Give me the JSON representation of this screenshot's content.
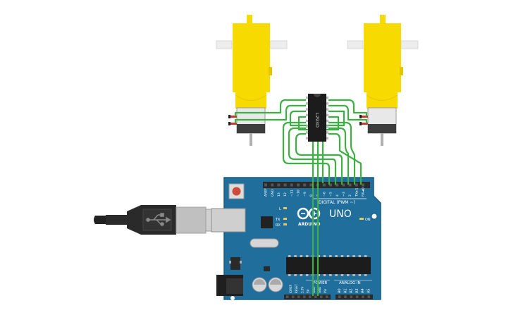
{
  "colors": {
    "motor_yellow": "#f6da00",
    "motor_yellow_dark": "#e2c600",
    "board_blue": "#1f6e9c",
    "board_blue_dark": "#185a82",
    "wire_green": "#3cb043",
    "chip_black": "#1c1c1c",
    "header_black": "#2a2a2a",
    "usb_black": "#222222",
    "usb_gray": "#bcbcbc"
  },
  "driver": {
    "label": "L293D"
  },
  "board": {
    "brand": "UNO",
    "logo_text": "ARDUINO",
    "digital_label": "DIGITAL (PWM ~)",
    "power_label": "POWER",
    "analog_label": "ANALOG IN",
    "on_label": "ON",
    "led_l": "L",
    "led_tx": "TX",
    "led_rx": "RX",
    "top_pins": [
      "AREF",
      "GND",
      "13",
      "12",
      "~11",
      "~10",
      "~9",
      "8",
      "7",
      "~6",
      "~5",
      "4",
      "~3",
      "2",
      "TX►1",
      "RX◄0"
    ],
    "power_pins": [
      "IOREF",
      "RESET",
      "3.3V",
      "5V",
      "GND",
      "GND",
      "Vin"
    ],
    "analog_pins": [
      "A0",
      "A1",
      "A2",
      "A3",
      "A4",
      "A5"
    ]
  },
  "icons": {
    "usb": "usb-icon",
    "arduino_logo": "arduino-infinity-icon"
  }
}
